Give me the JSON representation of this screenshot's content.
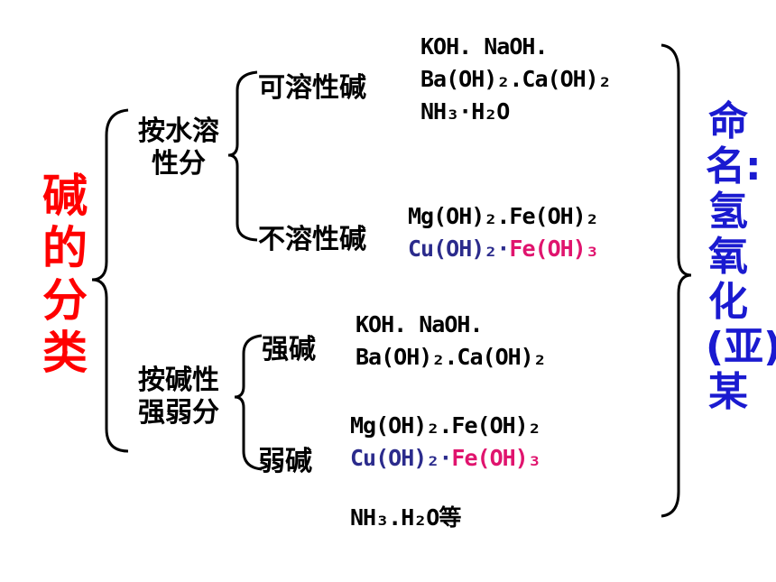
{
  "root": {
    "title": "碱的分类"
  },
  "naming": {
    "text": "命名:氢氧化(亚)某"
  },
  "by_water": {
    "label_line1": "按水溶",
    "label_line2": "性分",
    "soluble": {
      "label": "可溶性碱",
      "line1": "KOH.  NaOH.",
      "line2": "Ba(OH)₂.Ca(OH)₂",
      "line3": "NH₃·H₂O"
    },
    "insoluble": {
      "label": "不溶性碱",
      "line1": "Mg(OH)₂.Fe(OH)₂",
      "line2_part1": "Cu(OH)₂",
      "line2_sep": "·",
      "line2_part2": "Fe(OH)₃"
    }
  },
  "by_base": {
    "label_line1": "按碱性",
    "label_line2": "强弱分",
    "strong": {
      "label": "强碱",
      "line1": "KOH.  NaOH.",
      "line2": "Ba(OH)₂.Ca(OH)₂"
    },
    "weak": {
      "label": "弱碱",
      "line1": "Mg(OH)₂.Fe(OH)₂",
      "line2_part1": "Cu(OH)₂",
      "line2_sep": "·",
      "line2_part2": "Fe(OH)₃",
      "line3": "NH₃.H₂O等"
    }
  },
  "colors": {
    "red": "#ff0000",
    "blue": "#1a1ad0",
    "navy": "#2b2b8c",
    "magenta": "#e0146e"
  }
}
